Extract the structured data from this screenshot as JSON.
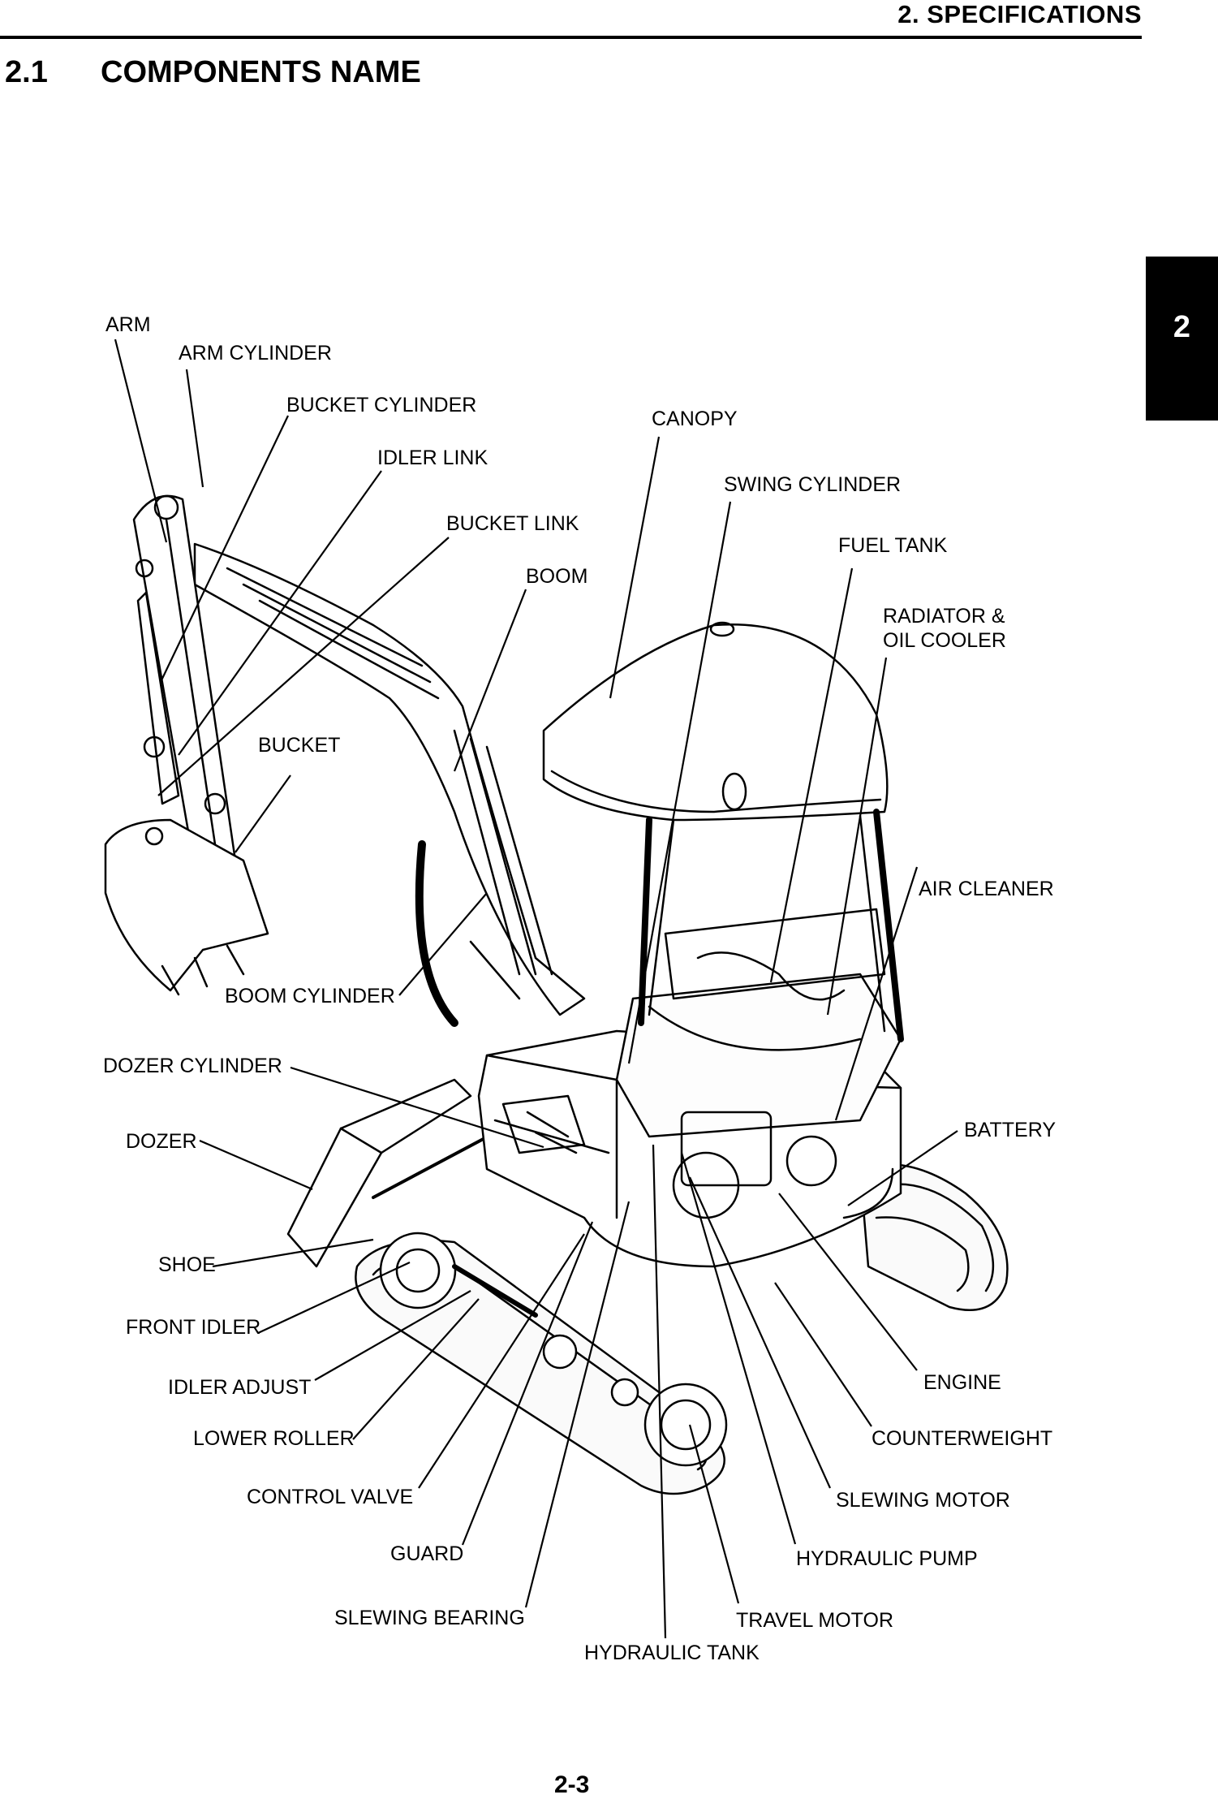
{
  "header": {
    "section": "2. SPECIFICATIONS",
    "tab": "2"
  },
  "heading": {
    "number": "2.1",
    "title": "COMPONENTS NAME"
  },
  "labels": {
    "arm": "ARM",
    "arm_cylinder": "ARM CYLINDER",
    "bucket_cylinder": "BUCKET CYLINDER",
    "idler_link": "IDLER LINK",
    "bucket_link": "BUCKET LINK",
    "boom": "BOOM",
    "canopy": "CANOPY",
    "swing_cylinder": "SWING CYLINDER",
    "fuel_tank": "FUEL TANK",
    "radiator_1": "RADIATOR &",
    "radiator_2": "OIL COOLER",
    "bucket": "BUCKET",
    "air_cleaner": "AIR CLEANER",
    "boom_cylinder": "BOOM CYLINDER",
    "dozer_cylinder": "DOZER CYLINDER",
    "dozer": "DOZER",
    "battery": "BATTERY",
    "shoe": "SHOE",
    "front_idler": "FRONT IDLER",
    "idler_adjust": "IDLER ADJUST",
    "engine": "ENGINE",
    "lower_roller": "LOWER ROLLER",
    "counterweight": "COUNTERWEIGHT",
    "control_valve": "CONTROL VALVE",
    "slewing_motor": "SLEWING MOTOR",
    "guard": "GUARD",
    "hydraulic_pump": "HYDRAULIC PUMP",
    "slewing_bearing": "SLEWING BEARING",
    "travel_motor": "TRAVEL MOTOR",
    "hydraulic_tank": "HYDRAULIC TANK"
  },
  "footer": {
    "page": "2-3"
  }
}
